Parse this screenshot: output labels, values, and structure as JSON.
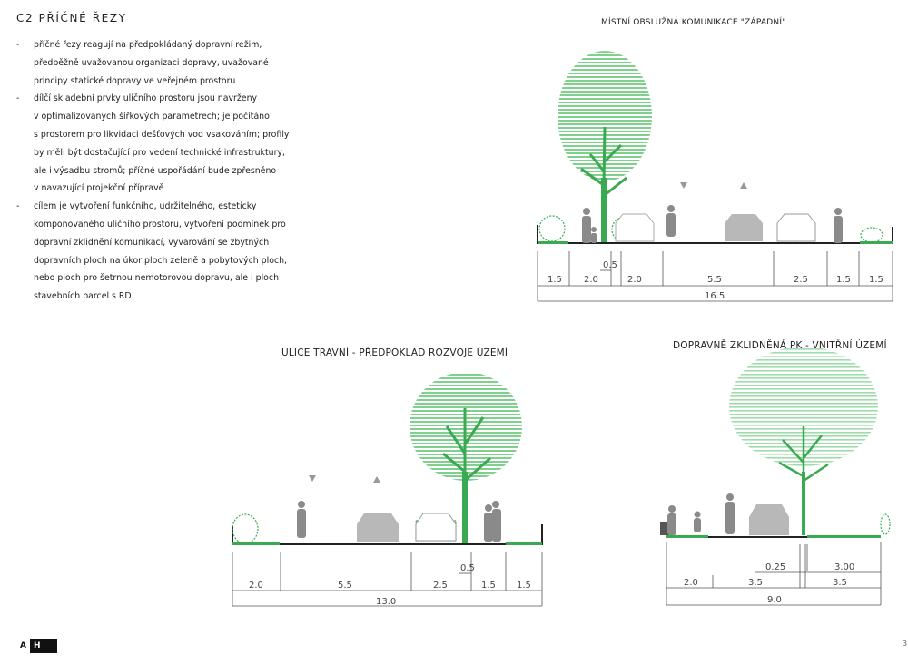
{
  "page": {
    "title": "C2 PŘÍČNÉ ŘEZY",
    "page_number": "3"
  },
  "bullets": [
    "příčné řezy reagují na předpokládaný dopravní režim,\npředběžně uvažovanou organizaci dopravy, uvažované\nprincipy statické dopravy ve veřejném prostoru",
    "dílčí skladební prvky uličního prostoru jsou navrženy\nv optimalizovaných šířkových parametrech; je počítáno\ns prostorem pro likvidaci dešťových vod vsakováním; profily\nby měli být dostačující pro vedení technické infrastruktury,\nale i výsadbu stromů; příčné uspořádání bude zpřesněno\nv navazující projekční přípravě",
    "cílem je vytvoření funkčního, udržitelného, esteticky\nkomponovaného uličního prostoru, vytvoření podmínek pro\ndopravní zklidnění komunikací, vyvarování se zbytných\ndopravních ploch na úkor ploch zeleně a pobytových ploch,\nnebo ploch pro šetrnou nemotorovou dopravu, ale i ploch\nstavebních parcel s RD"
  ],
  "sections": {
    "zapadni": {
      "title": "MÍSTNÍ OBSLUŽNÁ KOMUNIKACE \"ZÁPADNÍ\"",
      "segments": [
        "1.5",
        "2.0",
        "2.0",
        "5.5",
        "2.5",
        "1.5",
        "1.5"
      ],
      "extra": "0.5",
      "total": "16.5"
    },
    "travni": {
      "title": "ULICE TRAVNÍ - PŘEDPOKLAD ROZVOJE ÚZEMÍ",
      "segments": [
        "2.0",
        "5.5",
        "2.5",
        "1.5",
        "1.5"
      ],
      "extra": "0.5",
      "total": "13.0"
    },
    "pk": {
      "title": "DOPRAVNĚ ZKLIDNĚNÁ PK - VNITŘNÍ ÚZEMÍ",
      "upper": [
        "0.25",
        "3.00"
      ],
      "segments": [
        "2.0",
        "3.5",
        "3.5"
      ],
      "total": "9.0"
    }
  },
  "logo": {
    "a": "A",
    "h": "H"
  },
  "colors": {
    "green": "#3aaa52",
    "tree": "#7fcf8d",
    "figure": "#8a8a8a",
    "ground": "#222222",
    "dim": "#555555"
  }
}
